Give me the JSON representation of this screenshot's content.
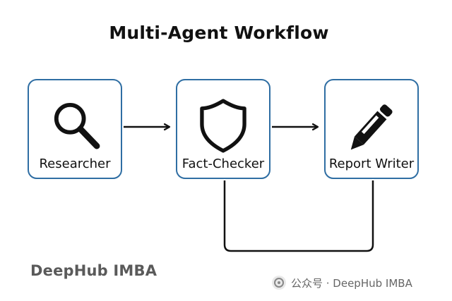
{
  "title": "Multi-Agent Workflow",
  "agents": [
    {
      "label": "Researcher",
      "icon": "magnifying-glass-icon"
    },
    {
      "label": "Fact-Checker",
      "icon": "shield-icon"
    },
    {
      "label": "Report Writer",
      "icon": "pencil-icon"
    }
  ],
  "watermark": {
    "brand": "DeepHub IMBA",
    "wechat": "公众号 · DeepHub IMBA"
  },
  "colors": {
    "node_border": "#2f6ea3",
    "text": "#111111",
    "watermark": "#5a5a5a"
  }
}
